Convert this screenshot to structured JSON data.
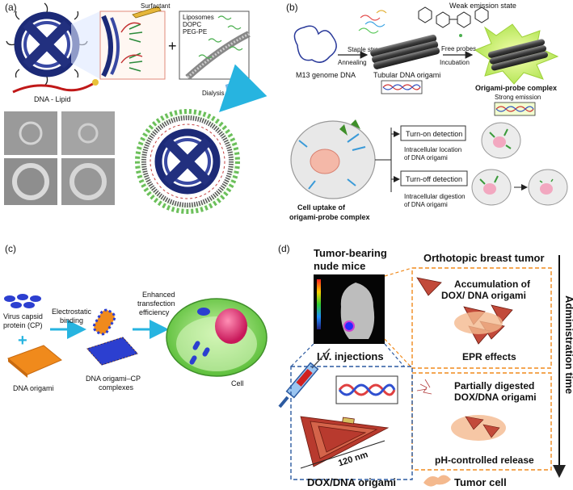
{
  "panel_a": {
    "label": "(a)",
    "surfactant": "Surfactant",
    "dna_lipid": "DNA - Lipid",
    "plus": "+",
    "liposomes_lines": [
      "Liposomes",
      "DOPC",
      "PEG-PE"
    ],
    "dialysis": "Dialysis"
  },
  "panel_b": {
    "label": "(b)",
    "weak_emission": "Weak emission state",
    "m13": "M13 genome DNA",
    "staple": "Staple strands",
    "annealing": "Annealing",
    "tubular": "Tubular DNA origami",
    "free_probes": "Free probes",
    "incubation": "Incubation",
    "complex": "Origami-probe complex",
    "strong": "Strong emission",
    "turn_on": "Turn-on detection",
    "intra_loc_lines": [
      "Intracellular location",
      "of DNA origami"
    ],
    "turn_off": "Turn-off detection",
    "intra_dig_lines": [
      "Intracellular digestion",
      "of DNA origami"
    ],
    "uptake_lines": [
      "Cell uptake of",
      "origami-probe complex"
    ]
  },
  "panel_c": {
    "label": "(c)",
    "capsid_lines": [
      "Virus capsid",
      "protein (CP)"
    ],
    "plus": "+",
    "electro_lines": [
      "Electrostatic",
      "binding"
    ],
    "enhanced_lines": [
      "Enhanced",
      "transfection",
      "efficiency"
    ],
    "origami": "DNA origami",
    "complexes_lines": [
      "DNA origami–CP",
      "complexes"
    ],
    "cell": "Cell"
  },
  "panel_d": {
    "label": "(d)",
    "mice_lines": [
      "Tumor-bearing",
      "nude mice"
    ],
    "orthotopic": "Orthotopic breast tumor",
    "accum_lines": [
      "Accumulation of",
      "DOX/ DNA origami"
    ],
    "epr": "EPR effects",
    "iv": "I.V. injections",
    "admin": "Administration time",
    "partial_lines": [
      "Partially digested",
      "DOX/DNA origami"
    ],
    "ph": "pH-controlled release",
    "nm": "120 nm",
    "dox": "DOX/DNA origami",
    "tumor_cell": "Tumor cell"
  }
}
